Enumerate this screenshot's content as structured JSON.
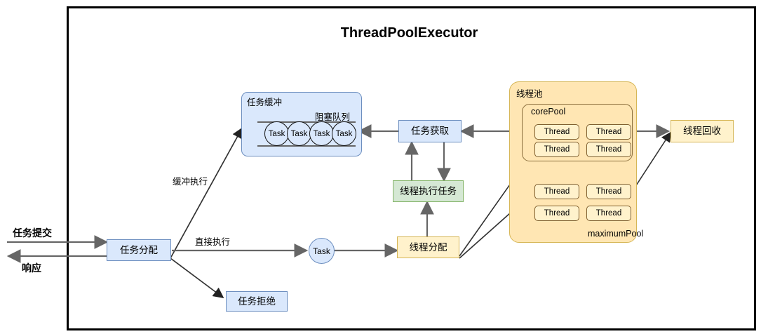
{
  "diagram": {
    "title": "ThreadPoolExecutor",
    "outer_border_color": "#000000"
  },
  "nodes": {
    "task_dispatch": "任务分配",
    "task_reject": "任务拒绝",
    "task_buffer": "任务缓冲",
    "blocking_queue": "阻塞队列",
    "queue_tasks": [
      "Task",
      "Task",
      "Task",
      "Task"
    ],
    "single_task": "Task",
    "task_fetch": "任务获取",
    "thread_execute": "线程执行任务",
    "thread_dispatch": "线程分配",
    "thread_pool": "线程池",
    "core_pool": "corePool",
    "maximum_pool": "maximumPool",
    "thread_label": "Thread",
    "core_threads": [
      "Thread",
      "Thread",
      "Thread",
      "Thread"
    ],
    "max_threads": [
      "Thread",
      "Thread",
      "Thread",
      "Thread"
    ],
    "thread_recycle": "线程回收"
  },
  "edges": {
    "submit": "任务提交",
    "response": "响应",
    "buffered_exec": "缓冲执行",
    "direct_exec": "直接执行"
  },
  "colors": {
    "blue_fill": "#dae8fc",
    "blue_stroke": "#6c8ebf",
    "green_fill": "#d5e8d4",
    "green_stroke": "#82b366",
    "yellow_fill": "#fff2cc",
    "yellow_stroke": "#d6b656",
    "pool_fill": "#ffe6b3",
    "arrow_gray": "#666666",
    "arrow_dark": "#333333"
  }
}
